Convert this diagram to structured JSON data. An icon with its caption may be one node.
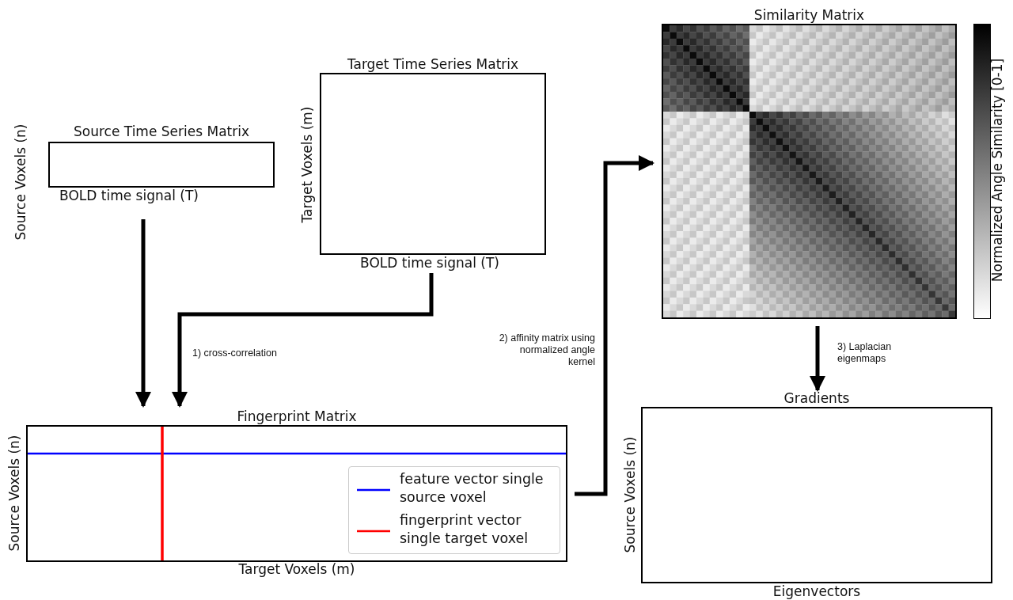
{
  "diagram": {
    "nodes": [
      {
        "text": [
          "Source Time Series Matrix"
        ],
        "beside": [
          "Source Voxels (n)",
          "BOLD time signal (T)"
        ]
      },
      {
        "text": [
          "Target Time Series Matrix"
        ],
        "beside": [
          "Target Voxels (m)",
          "BOLD time signal (T)"
        ]
      },
      {
        "text": [
          "Fingerprint Matrix"
        ],
        "beside": [
          "Source Voxels (n)",
          "Target Voxels (m)"
        ]
      },
      {
        "text": [
          "Similarity Matrix"
        ],
        "beside": [
          "Normalized Angle Similarity [0-1]"
        ]
      },
      {
        "text": [
          "Gradients"
        ],
        "beside": [
          "Source Voxels (n)",
          "Eigenvectors"
        ]
      }
    ],
    "edges": [
      {
        "from": 0,
        "to": 2,
        "arrow": "to"
      },
      {
        "from": 1,
        "to": 2,
        "arrow": "to",
        "label": "1) cross-correlation"
      },
      {
        "from": 2,
        "to": 3,
        "arrow": "to",
        "label": "2) affinity matrix using normalized angle kernel"
      },
      {
        "from": 3,
        "to": 4,
        "arrow": "to",
        "label": "3) Laplacian eigenmaps"
      }
    ],
    "legend": [
      {
        "text": "feature vector single source voxel"
      },
      {
        "text": "fingerprint vector single target voxel"
      }
    ]
  }
}
